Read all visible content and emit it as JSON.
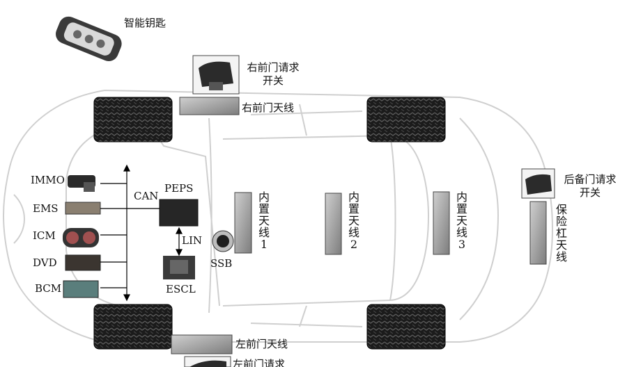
{
  "labels": {
    "smart_key": "智能钥匙",
    "rf_door_switch_line1": "右前门请求",
    "rf_door_switch_line2": "开关",
    "rf_antenna": "右前门天线",
    "rear_door_switch_line1": "后备门请求",
    "rear_door_switch_line2": "开关",
    "bumper_antenna": "保险杠天线",
    "inner_antenna_1": "内置天线1",
    "inner_antenna_2": "内置天线2",
    "inner_antenna_3": "内置天线3",
    "lf_antenna": "左前门天线",
    "lf_door_switch": "左前门请求",
    "immo": "IMMO",
    "ems": "EMS",
    "icm": "ICM",
    "dvd": "DVD",
    "bcm": "BCM",
    "can": "CAN",
    "peps": "PEPS",
    "lin": "LIN",
    "ssb": "SSB",
    "escl": "ESCL"
  }
}
